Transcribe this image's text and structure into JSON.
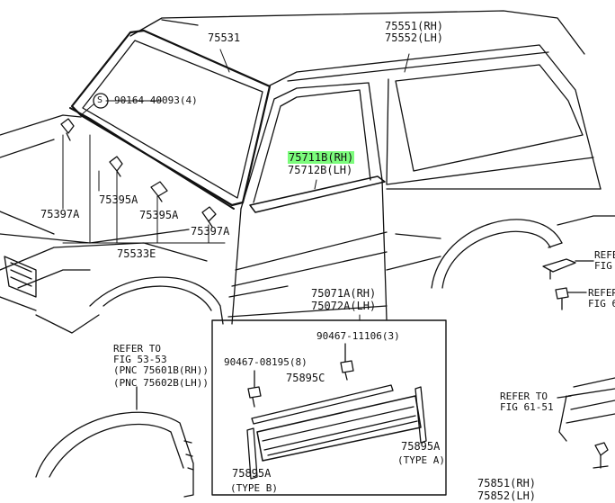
{
  "colors": {
    "line": "#111111",
    "highlight": "#7CFC7C",
    "background": "#ffffff"
  },
  "labels": {
    "p75531": "75531",
    "p75551": "75551(RH)",
    "p75552": "75552(LH)",
    "s_mark": "S",
    "p90164": "90164-40093(4)",
    "p75711": "75711B(RH)",
    "p75712": "75712B(LH)",
    "p75395a_1": "75395A",
    "p75395a_2": "75395A",
    "p75397a_1": "75397A",
    "p75397a_2": "75397A",
    "p75533": "75533E",
    "p75071": "75071A(RH)",
    "p75072": "75072A(LH)",
    "p90467a": "90467-11106(3)",
    "p90467b": "90467-08195(8)",
    "p75895c": "75895C",
    "p75895a_1": "75895A",
    "type_a": "(TYPE A)",
    "p75895a_2": "75895A",
    "type_b": "(TYPE B)",
    "refer1_a": "REFER TO",
    "refer1_b": "FIG 53-53",
    "refer1_c": "(PNC 75601B(RH))",
    "refer1_d": "(PNC 75602B(LH))",
    "refer2_a": "REFER TO",
    "refer2_b": "FIG 61-51",
    "refer3_a": "REFER",
    "refer3_b": "FIG",
    "refer4_a": "REFER",
    "refer4_b": "FIG 6",
    "p75851": "75851(RH)",
    "p75852": "75852(LH)"
  }
}
